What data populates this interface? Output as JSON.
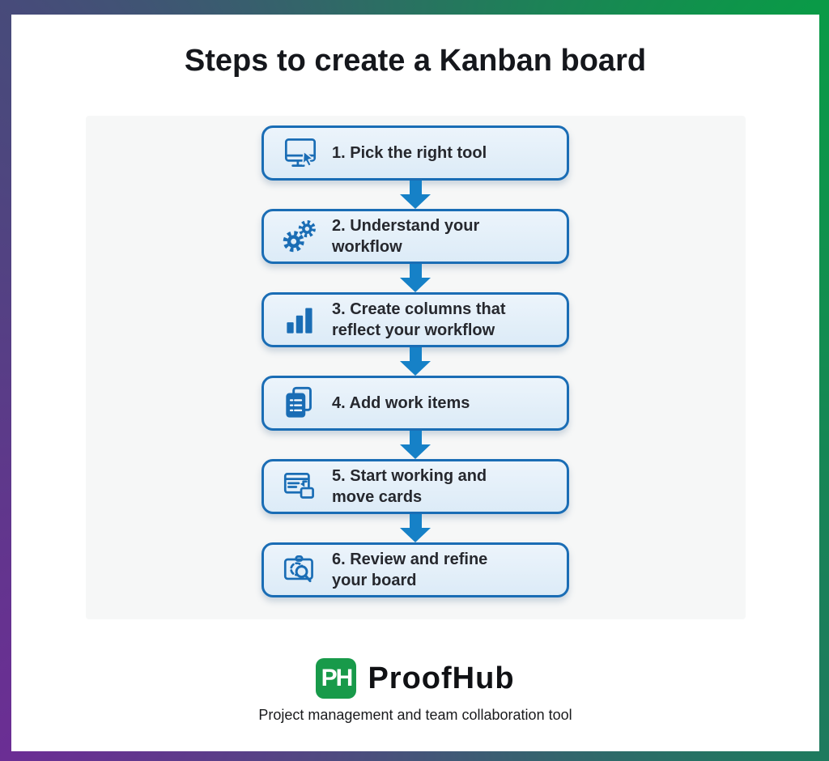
{
  "title": "Steps to create a Kanban board",
  "steps": [
    {
      "label": "1. Pick the right tool",
      "icon": "monitor-cursor-icon"
    },
    {
      "label": "2. Understand your\nworkflow",
      "icon": "gears-icon"
    },
    {
      "label": "3. Create columns that\nreflect your workflow",
      "icon": "bar-chart-icon"
    },
    {
      "label": "4. Add work items",
      "icon": "work-items-icon"
    },
    {
      "label": "5. Start working and\nmove cards",
      "icon": "board-move-icon"
    },
    {
      "label": "6. Review and refine\nyour board",
      "icon": "review-magnifier-icon"
    }
  ],
  "footer": {
    "logo_monogram": "PH",
    "brand_name": "ProofHub",
    "tagline": "Project management and team collaboration tool"
  },
  "colors": {
    "box_border_blue": "#1a6db5",
    "box_fill_light_blue": "#dcebf7",
    "arrow_blue": "#1681c7",
    "icon_blue": "#1a6db5",
    "brand_green": "#189a4a",
    "frame_top_left": "#474b7a",
    "frame_top_right": "#0a9a47",
    "frame_bottom_left": "#6b2e94",
    "frame_bottom_right": "#1e7a5e",
    "title_text": "#15171c",
    "step_text": "#26282e"
  }
}
